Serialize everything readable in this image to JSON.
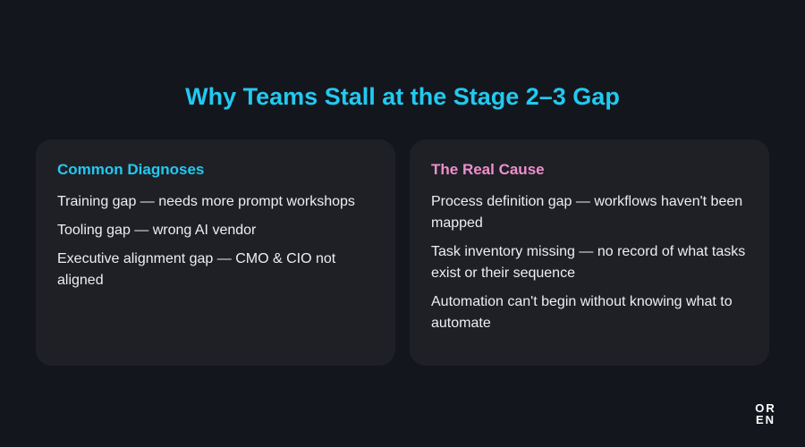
{
  "slide": {
    "title": "Why Teams Stall at the Stage 2–3 Gap"
  },
  "left_card": {
    "heading": "Common Diagnoses",
    "items": [
      "Training gap — needs more prompt workshops",
      "Tooling gap — wrong AI vendor",
      "Executive alignment gap — CMO & CIO not aligned"
    ]
  },
  "right_card": {
    "heading": "The Real Cause",
    "items": [
      "Process definition gap — workflows haven't been mapped",
      "Task inventory missing — no record of what tasks exist or their sequence",
      "Automation can't begin without knowing what to automate"
    ]
  },
  "logo": {
    "line1": "OR",
    "line2": "EN"
  },
  "colors": {
    "background": "#14161d",
    "card": "#1f2026",
    "accent_cyan": "#22c9f0",
    "accent_pink": "#ee8fcd",
    "text": "#eceef3"
  }
}
